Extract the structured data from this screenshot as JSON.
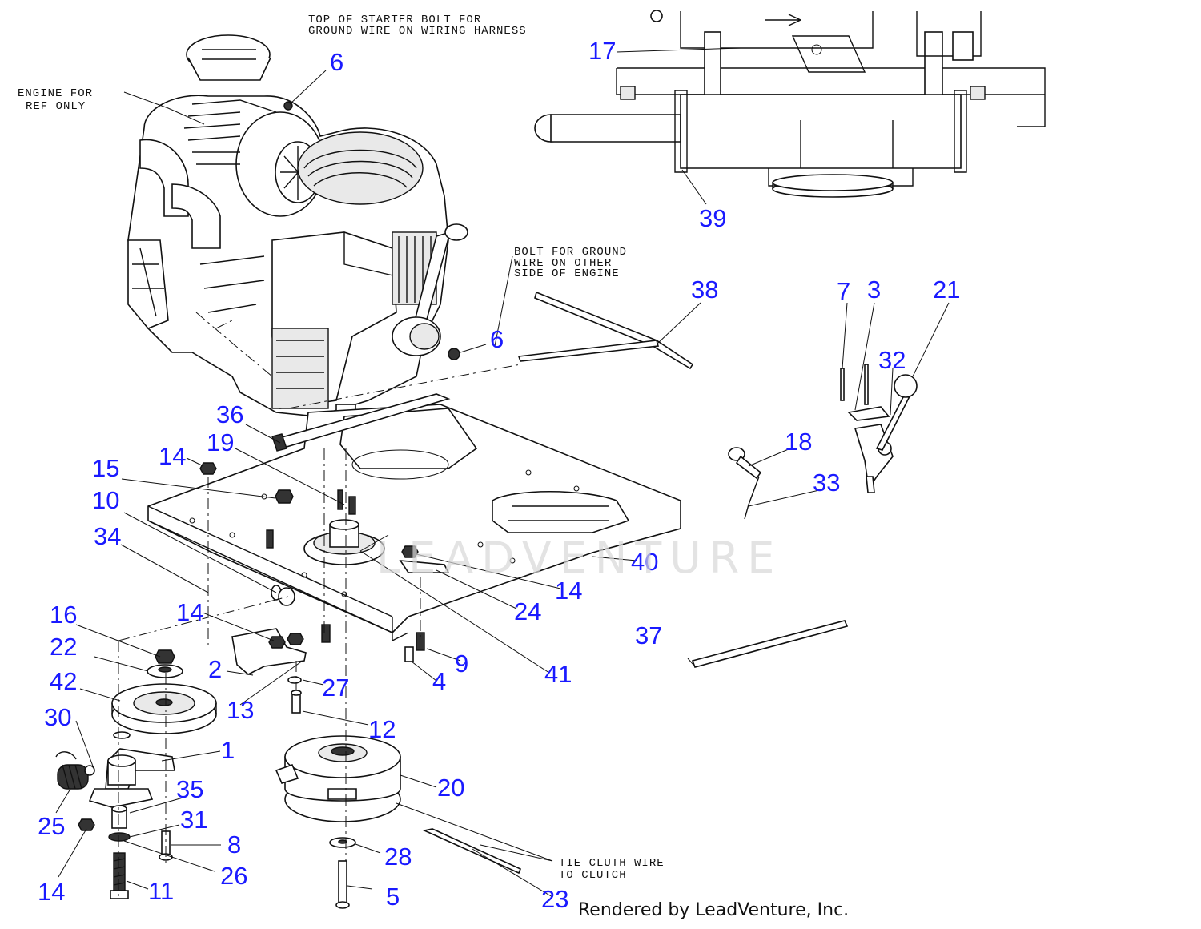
{
  "notes": {
    "engine_ref": [
      "ENGINE FOR",
      "REF ONLY"
    ],
    "starter_bolt": [
      "TOP OF STARTER BOLT FOR",
      "GROUND WIRE ON WIRING HARNESS"
    ],
    "other_side_bolt": [
      "BOLT FOR GROUND",
      "WIRE ON OTHER",
      "SIDE OF ENGINE"
    ],
    "tie_clutch": [
      "TIE CLUTH WIRE",
      "TO CLUTCH"
    ]
  },
  "callouts": [
    "6",
    "17",
    "39",
    "38",
    "6",
    "7",
    "3",
    "21",
    "32",
    "18",
    "33",
    "36",
    "19",
    "14",
    "15",
    "10",
    "34",
    "40",
    "14",
    "24",
    "14",
    "16",
    "22",
    "42",
    "2",
    "13",
    "27",
    "9",
    "4",
    "41",
    "37",
    "12",
    "30",
    "1",
    "25",
    "35",
    "31",
    "8",
    "26",
    "14",
    "11",
    "20",
    "28",
    "5",
    "23"
  ],
  "watermark": "LEADVENTURE",
  "credit": "Rendered by LeadVenture, Inc.",
  "colors": {
    "callout": "#1a1aff",
    "linework": "#111111",
    "watermark": "#d8d8d8"
  }
}
